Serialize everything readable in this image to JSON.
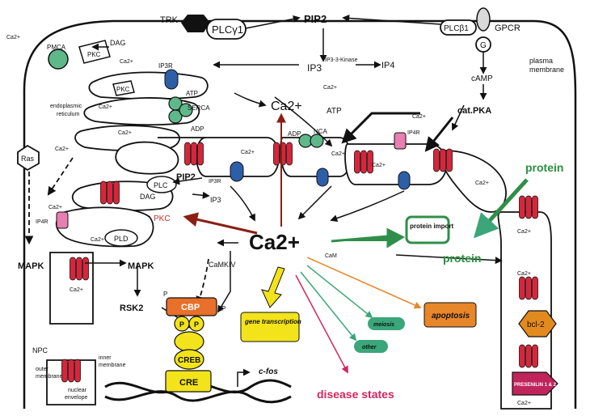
{
  "labels": {
    "trk": "TRK",
    "plcg1": "PLCγ1",
    "pip2_top": "PIP2",
    "plcb1": "PLCβ1",
    "gpcr": "GPCR",
    "g": "G",
    "plasma_membrane_1": "plasma",
    "plasma_membrane_2": "membrane",
    "camp": "cAMP",
    "cat_pka": "cat.PKA",
    "ip3_top": "IP3",
    "ip3_kinase": "IP3-3-Kinase",
    "ip4": "IP4",
    "ca_top_left": "Ca2+",
    "pmca": "PMCA",
    "dag_top": "DAG",
    "pkc_top": "PKC",
    "ca_pkc": "Ca2+",
    "pkc_box": "PKC",
    "ip3r_top": "IP3R",
    "atp_1": "ATP",
    "serca": "SERCA",
    "adp_1": "ADP",
    "er_1": "endoplasmic",
    "er_2": "reticulum",
    "ca_er": "Ca2+",
    "ca_er2": "Ca2+",
    "ca_big_er": "Ca2+",
    "adp_nca": "ADP",
    "nca": "NCA",
    "atp_nca": "ATP",
    "ca_nca": "Ca2+",
    "ca_right": "Ca2+",
    "ip4r_right": "IP4R",
    "ca_mid1": "Ca2+",
    "ca_mid2": "Ca2+",
    "ca_mid3": "Ca2+",
    "ras": "Ras",
    "ca_ras": "Ca2+",
    "ip4r_left": "IP4R",
    "ca_left_mid": "Ca2+",
    "ca_pld": "Ca2+",
    "pld": "PLD",
    "plc": "PLC",
    "pip2_mid": "PIP2",
    "dag_mid": "DAG",
    "ip3r_mid": "IP3R",
    "ip3_mid": "IP3",
    "pkc_red": "PKC",
    "ca_central": "Ca2+",
    "protein_import": "protein import",
    "protein_top": "protein",
    "protein_bottom": "protein",
    "ca_nuc_right": "Ca2+",
    "ca_nuc_right2": "Ca2+",
    "ca_nuc_right3": "Ca2+",
    "cam": "CaM",
    "mapk_left": "MAPK",
    "mapk_mid": "MAPK",
    "camkiv": "CaMKIV",
    "rsk2": "RSK2",
    "p_left": "P",
    "p_right": "P",
    "cbp": "CBP",
    "p_creb_1": "P",
    "p_creb_2": "P",
    "creb": "CREB",
    "cre": "CRE",
    "cfos": "c-fos",
    "ca_nuc": "Ca2+",
    "npc": "NPC",
    "outer_membrane_1": "outer",
    "outer_membrane_2": "membrane",
    "inner_membrane_1": "inner",
    "inner_membrane_2": "membrane",
    "nuclear_envelope_1": "nuclear",
    "nuclear_envelope_2": "envelope",
    "gene_transcription": "gene transcription",
    "meiosis": "meiosis",
    "other": "other",
    "apoptosis": "apoptosis",
    "bcl2": "bcl-2",
    "presenilin": "PRESENILIN 1 & 2",
    "ca_bottom_right": "Ca2+",
    "disease_states": "disease states"
  },
  "colors": {
    "red_channel": "#d8253a",
    "blue_channel": "#2d5fa8",
    "green_pump": "#5fb889",
    "pink_ip4r": "#e77fb0",
    "dark_red_arrow": "#8b1f14",
    "green_arrow": "#2f8f4a",
    "yellow": "#f3e31b",
    "orange": "#e8862a",
    "teal": "#3aa67a",
    "magenta": "#d4265f",
    "bcl2_orange": "#e38a1f",
    "cbp_orange": "#e8702a",
    "green_text": "#2a8f3e"
  }
}
